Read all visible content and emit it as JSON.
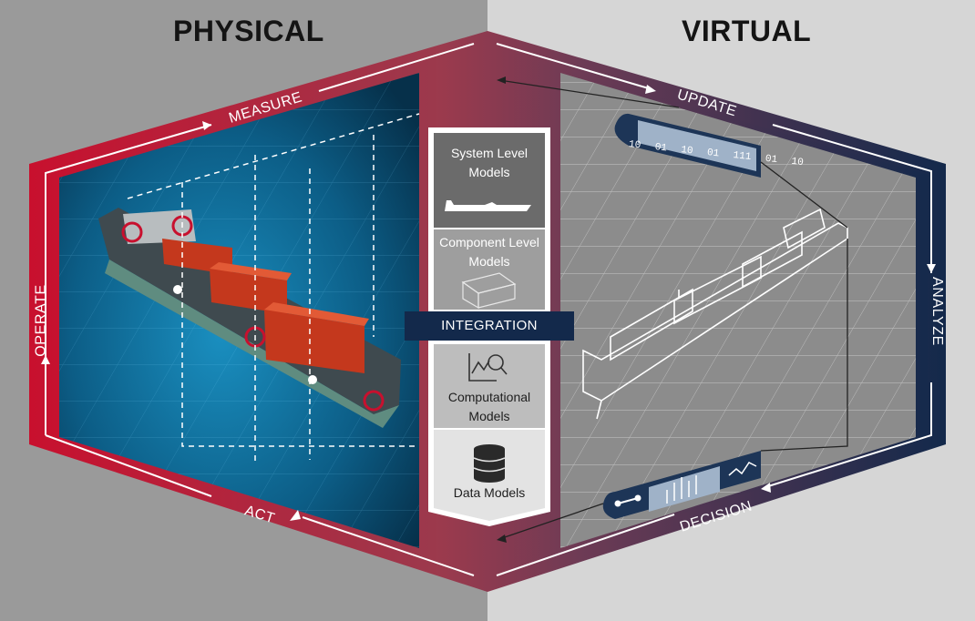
{
  "titles": {
    "physical": "PHYSICAL",
    "virtual": "VIRTUAL"
  },
  "loop": {
    "measure": "MEASURE",
    "update": "UPDATE",
    "analyze": "ANALYZE",
    "decision": "DECISION",
    "act": "ACT",
    "operate": "OPERATE"
  },
  "models": {
    "system": "System Level Models",
    "component": "Component Level Models",
    "computational": "Computational Models",
    "data": "Data Models"
  },
  "integration": "INTEGRATION",
  "data_stream_bits": [
    "10",
    "01",
    "10",
    "01",
    "111",
    "01",
    "10"
  ],
  "colors": {
    "physical_red": "#c8102e",
    "virtual_navy": "#13294b",
    "background_left": "#9a9a9a",
    "background_right": "#d6d6d6",
    "water_blue": "#0c5d86"
  },
  "icons": [
    "ship-icon",
    "cargo-module-icon",
    "analytics-icon",
    "database-icon",
    "data-stream-icon",
    "decision-chart-icon",
    "sensor-marker-icon"
  ]
}
